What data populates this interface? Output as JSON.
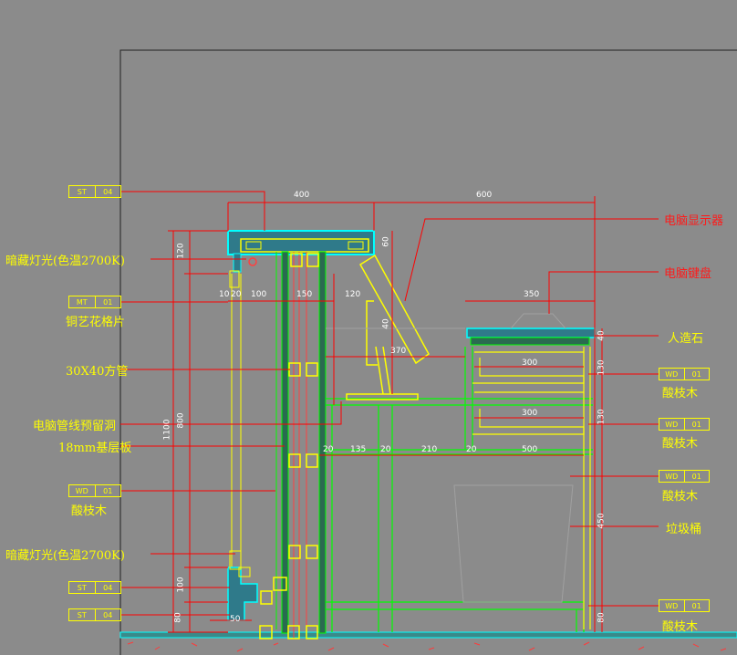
{
  "left_notes": {
    "hidden_light_top": "暗藏灯光(色温2700K)",
    "copper_grille": "铜艺花格片",
    "square_tube": "30X40方管",
    "cable_hole": "电脑管线预留洞",
    "plywood": "18mm基层板",
    "acid_wood_left": "酸枝木",
    "hidden_light_bottom": "暗藏灯光(色温2700K)"
  },
  "right_notes": {
    "monitor": "电脑显示器",
    "keyboard": "电脑键盘",
    "artificial_stone": "人造石",
    "acid_wood_1": "酸枝木",
    "acid_wood_2": "酸枝木",
    "acid_wood_3": "酸枝木",
    "trash_bin": "垃圾桶",
    "acid_wood_4": "酸枝木"
  },
  "tags": {
    "st_top": {
      "code": "ST",
      "num": "04"
    },
    "mt": {
      "code": "MT",
      "num": "01"
    },
    "wd_left": {
      "code": "WD",
      "num": "01"
    },
    "st_mid": {
      "code": "ST",
      "num": "04"
    },
    "st_bottom": {
      "code": "ST",
      "num": "04"
    },
    "wd_r1": {
      "code": "WD",
      "num": "01"
    },
    "wd_r2": {
      "code": "WD",
      "num": "01"
    },
    "wd_r3": {
      "code": "WD",
      "num": "01"
    },
    "wd_r4": {
      "code": "WD",
      "num": "01"
    }
  },
  "dims": {
    "d400": "400",
    "d600": "600",
    "d120a": "120",
    "d60": "60",
    "d10": "10",
    "d20a": "20",
    "d100a": "100",
    "d150": "150",
    "d120b": "120",
    "d350": "350",
    "d40a": "40",
    "d370": "370",
    "d40b": "40",
    "d300a": "300",
    "d130a": "130",
    "d130b": "130",
    "d300b": "300",
    "d20b": "20",
    "d135": "135",
    "d20c": "20",
    "d210": "210",
    "d20d": "20",
    "d500": "500",
    "d1100": "1100",
    "d800": "800",
    "d450": "450",
    "d100b": "100",
    "d80a": "80",
    "d50": "50",
    "d80b": "80"
  },
  "colors": {
    "background": "#8b8b8b",
    "annotation": "#ffff00",
    "leader": "#ff0000",
    "structure_green": "#00ff00",
    "cyan": "#00ffff",
    "dimension_text": "#ffffff"
  }
}
